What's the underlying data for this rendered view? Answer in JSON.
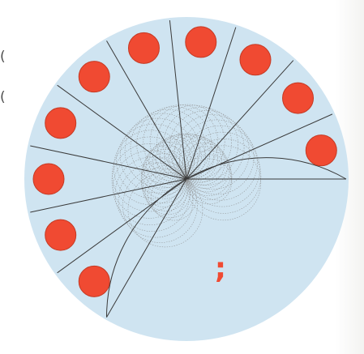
{
  "background_color": "#cfe4f1",
  "line_color": "#3a3a3a",
  "pattern_color": "#8c8c8c",
  "dot_color": "#f04a32",
  "dot_stroke_color": "#c53a24",
  "sectors": {
    "count_filled": 10,
    "segment_degrees": 24,
    "start_degrees": 0,
    "empty_sector_degrees": 120
  },
  "center_mark": ";",
  "edge_glyphs": [
    "(",
    "("
  ]
}
